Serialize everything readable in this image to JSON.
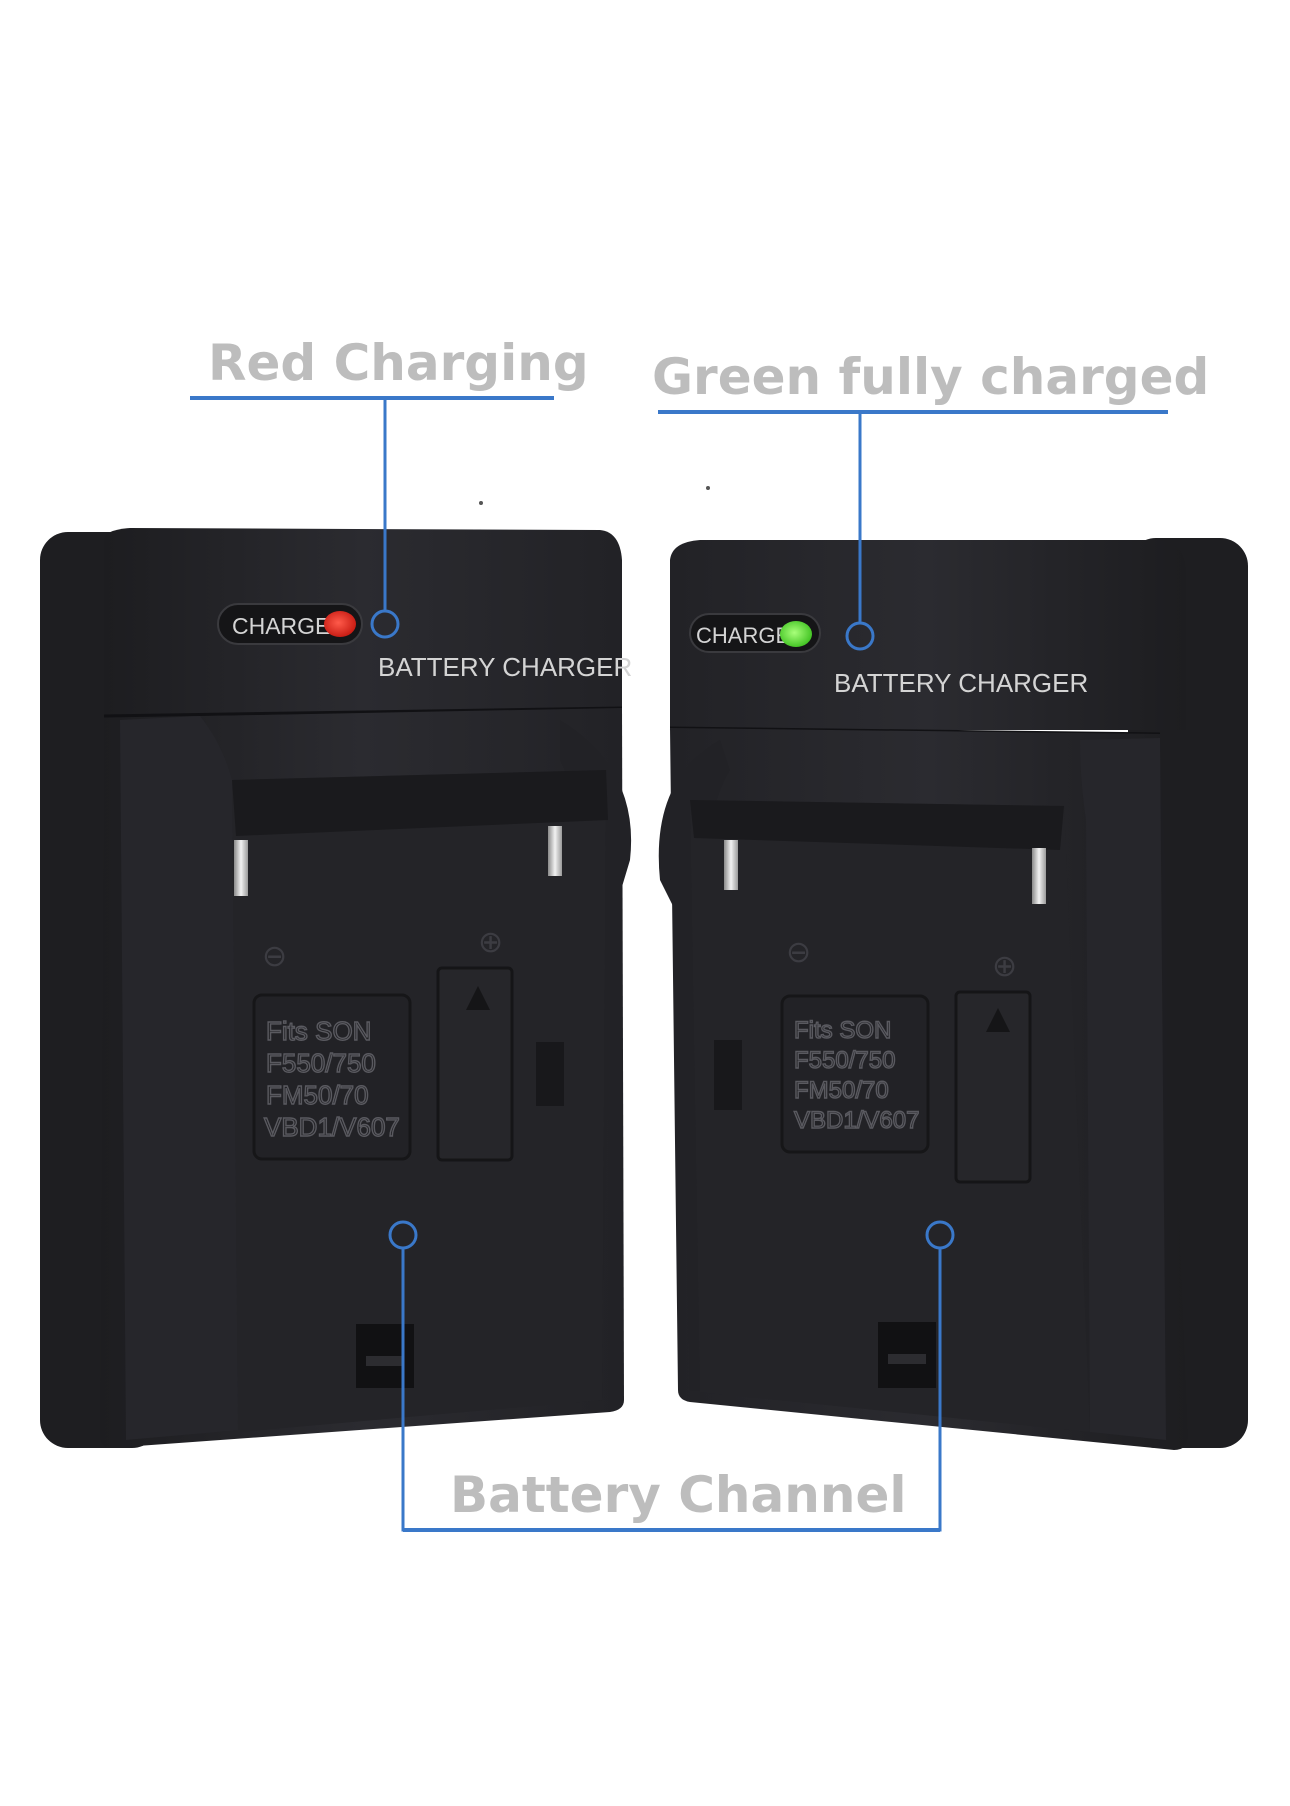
{
  "callouts": {
    "red_charging": {
      "label": "Red Charging",
      "color": "#3a78c9"
    },
    "green_full": {
      "label": "Green fully charged",
      "color": "#3a78c9"
    },
    "battery_channel": {
      "label": "Battery Channel",
      "color": "#3a78c9"
    }
  },
  "chargers": [
    {
      "led_label": "CHARGE",
      "led_state": "charging",
      "led_color": "#e8281e",
      "brand_text": "BATTERY CHARGER",
      "fit_label_lines": [
        "Fits SON",
        "F550/750",
        "FM50/70",
        "VBD1/V607"
      ]
    },
    {
      "led_label": "CHARGE",
      "led_state": "fully charged",
      "led_color": "#5fe03a",
      "brand_text": "BATTERY CHARGER",
      "fit_label_lines": [
        "Fits SON",
        "F550/750",
        "FM50/70",
        "VBD1/V607"
      ]
    }
  ],
  "terminal_symbols": {
    "negative": "⊖",
    "positive": "⊕"
  },
  "colors": {
    "background": "#ffffff",
    "body": "#26262a",
    "title_gray": "#bdbdbd",
    "callout_blue": "#3a78c9"
  }
}
